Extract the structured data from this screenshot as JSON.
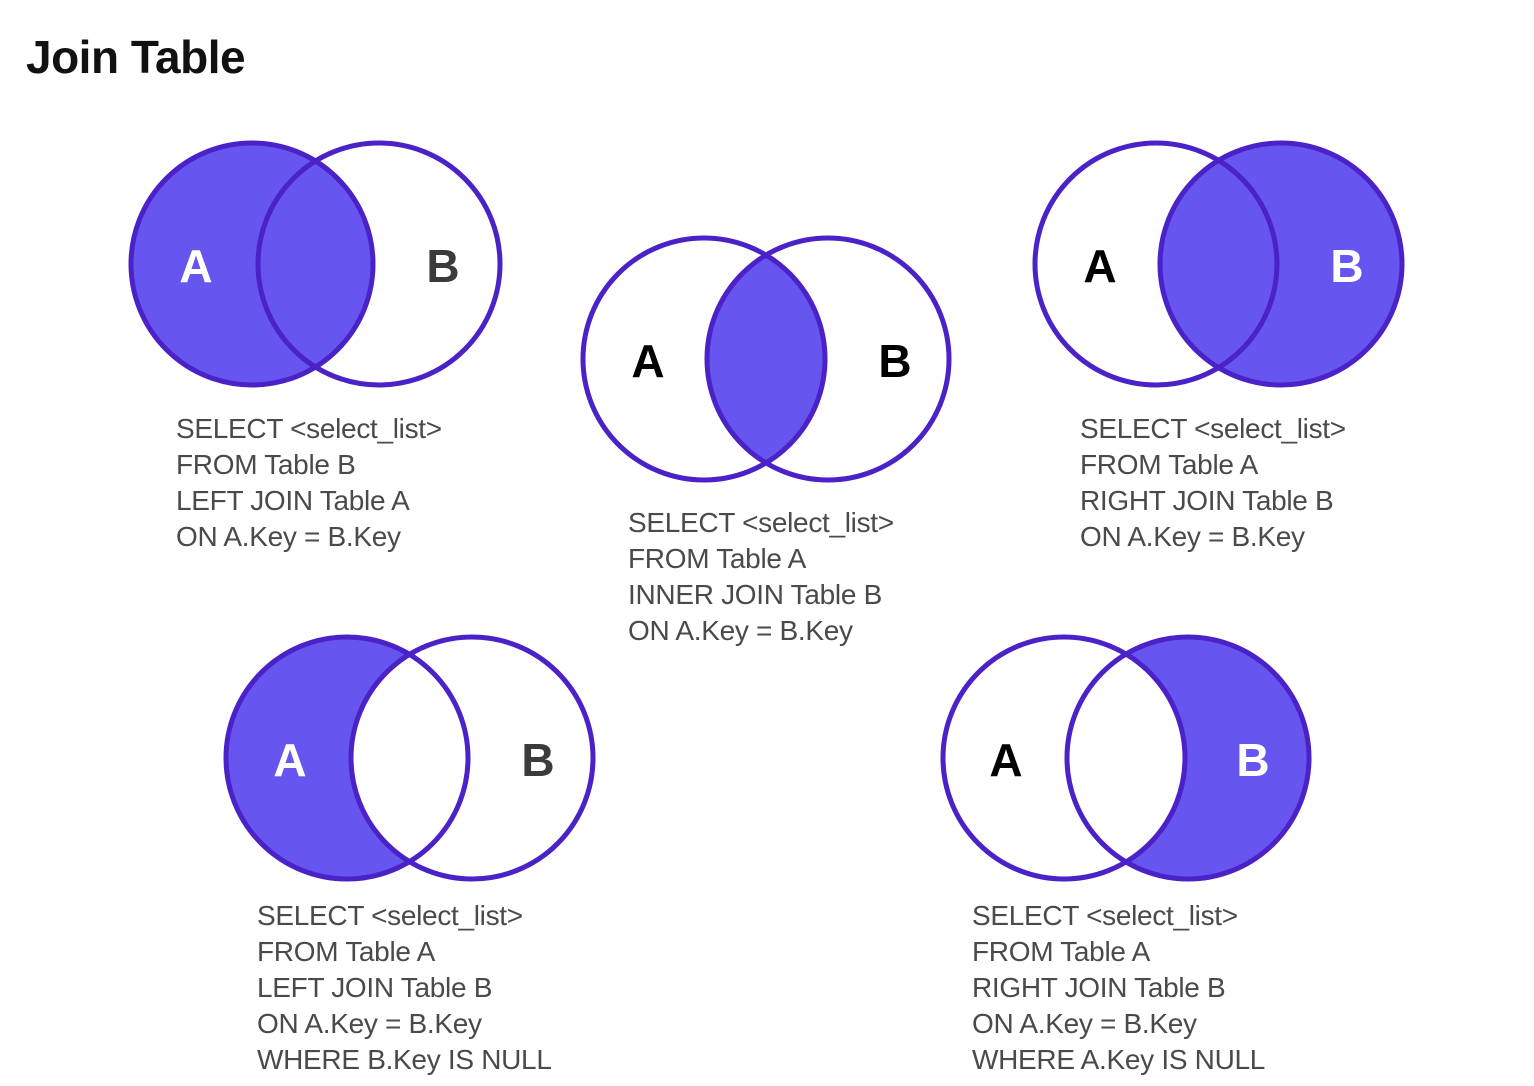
{
  "title": "Join Table",
  "colors": {
    "fill": "#6655ee",
    "stroke": "#4a22c8",
    "label_on_fill": "#ffffff",
    "label_dark": "#000000",
    "label_grey": "#3b3b3b",
    "sql_text": "#4a4a4a"
  },
  "diagrams": {
    "left_join": {
      "label_a": "A",
      "label_b": "B",
      "highlight": "A",
      "sql": [
        "SELECT <select_list>",
        "FROM Table B",
        "LEFT JOIN Table A",
        "ON A.Key = B.Key"
      ]
    },
    "inner_join": {
      "label_a": "A",
      "label_b": "B",
      "highlight": "A∩B",
      "sql": [
        "SELECT <select_list>",
        "FROM Table A",
        "INNER JOIN Table B",
        "ON A.Key = B.Key"
      ]
    },
    "right_join": {
      "label_a": "A",
      "label_b": "B",
      "highlight": "B",
      "sql": [
        "SELECT <select_list>",
        "FROM Table A",
        "RIGHT JOIN Table B",
        "ON A.Key = B.Key"
      ]
    },
    "left_excluding": {
      "label_a": "A",
      "label_b": "B",
      "highlight": "A only",
      "sql": [
        "SELECT <select_list>",
        "FROM Table A",
        "LEFT JOIN Table B",
        "ON A.Key = B.Key",
        "WHERE B.Key IS NULL"
      ]
    },
    "right_excluding": {
      "label_a": "A",
      "label_b": "B",
      "highlight": "B only",
      "sql": [
        "SELECT <select_list>",
        "FROM Table A",
        "RIGHT JOIN Table B",
        "ON A.Key = B.Key",
        "WHERE A.Key IS NULL"
      ]
    }
  }
}
